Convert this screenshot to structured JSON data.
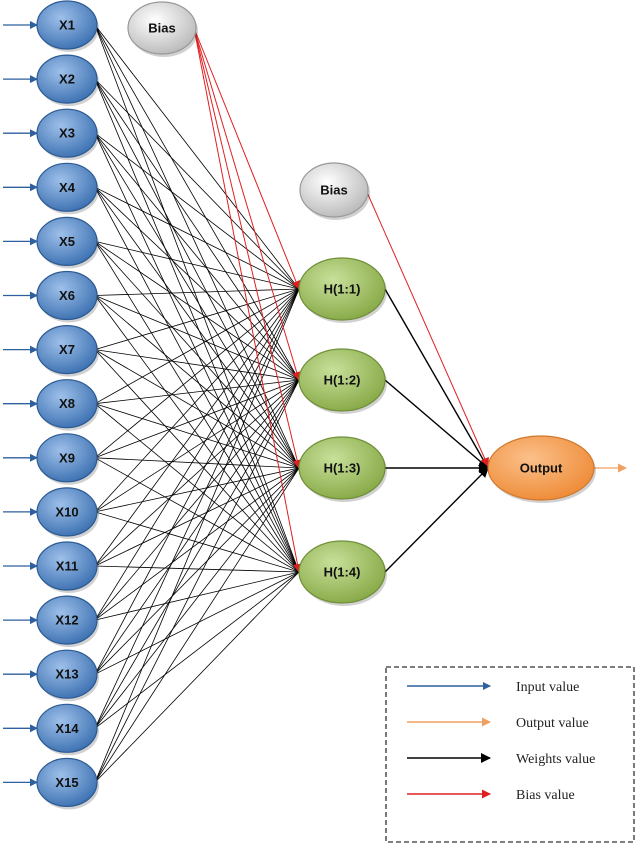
{
  "inputs": [
    "X1",
    "X2",
    "X3",
    "X4",
    "X5",
    "X6",
    "X7",
    "X8",
    "X9",
    "X10",
    "X11",
    "X12",
    "X13",
    "X14",
    "X15"
  ],
  "bias_input": "Bias",
  "bias_hidden": "Bias",
  "hidden": [
    "H(1:1)",
    "H(1:2)",
    "H(1:3)",
    "H(1:4)"
  ],
  "output": "Output",
  "legend": [
    {
      "label": "Input value",
      "color": "#2e5f9e"
    },
    {
      "label": "Output value",
      "color": "#f0a060"
    },
    {
      "label": "Weights value",
      "color": "#000000"
    },
    {
      "label": "Bias value",
      "color": "#e02020"
    }
  ],
  "colors": {
    "input_fill": "#4f81bd",
    "hidden_fill": "#9bbb59",
    "output_fill": "#f79646",
    "bias_fill": "#d9d9d9",
    "weight_line": "#000000",
    "bias_line": "#e02020",
    "input_arrow": "#2e5f9e",
    "output_arrow": "#f0a060"
  }
}
